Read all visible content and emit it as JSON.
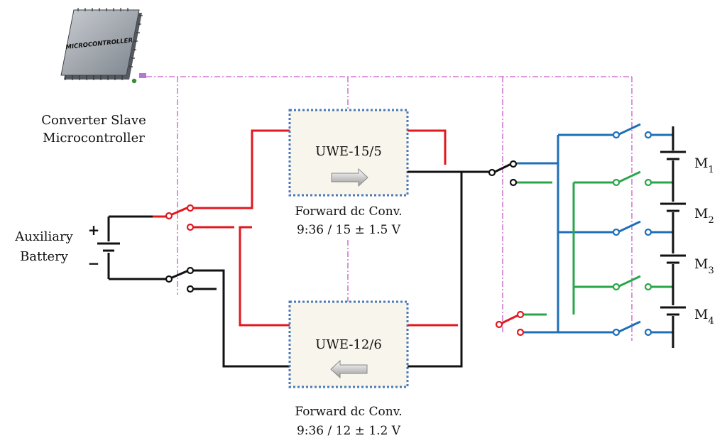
{
  "microcontroller": {
    "chip_text": "MICROCONTROLLER",
    "caption_line1": "Converter Slave",
    "caption_line2": "Microcontroller"
  },
  "battery": {
    "label_line1": "Auxiliary",
    "label_line2": "Battery",
    "plus": "+",
    "minus": "−"
  },
  "converter_top": {
    "name": "UWE-15/5",
    "caption_line1": "Forward dc Conv.",
    "caption_line2": "9:36 / 15 ± 1.5 V"
  },
  "converter_bottom": {
    "name": "UWE-12/6",
    "caption_line1": "Forward dc Conv.",
    "caption_line2": "9:36 / 12 ± 1.2 V"
  },
  "modules": [
    {
      "letter": "M",
      "sub": "1"
    },
    {
      "letter": "M",
      "sub": "2"
    },
    {
      "letter": "M",
      "sub": "3"
    },
    {
      "letter": "M",
      "sub": "4"
    }
  ],
  "colors": {
    "positive": "#e0191f",
    "negative": "#111111",
    "bus_blue": "#1e6fb8",
    "bus_green": "#2aa64a",
    "control": "#d07ad0",
    "box_fill": "#f8f5ec",
    "box_border": "#4a79b7"
  }
}
